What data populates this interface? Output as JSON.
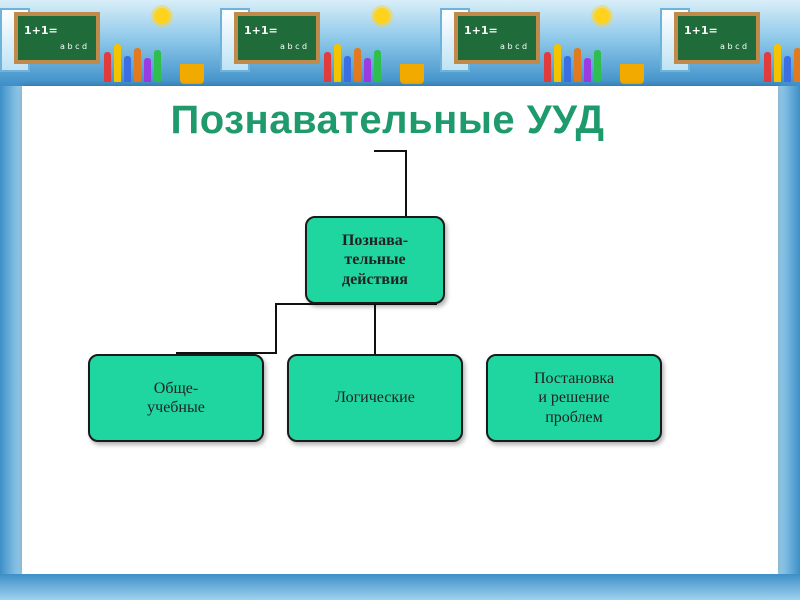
{
  "title": "Познавательные УУД",
  "diagram": {
    "root": "Познава-\nтельные\nдействия",
    "children": [
      "Обще-\nучебные",
      "Логические",
      "Постановка\nи решение\nпроблем"
    ]
  },
  "colors": {
    "title": "#1f9a6c",
    "node_fill": "#20d6a0",
    "node_border": "#1a1a1a",
    "connector": "#111111"
  },
  "decorations": {
    "border_icon": "classroom-chalkboard-pencils-icon"
  }
}
